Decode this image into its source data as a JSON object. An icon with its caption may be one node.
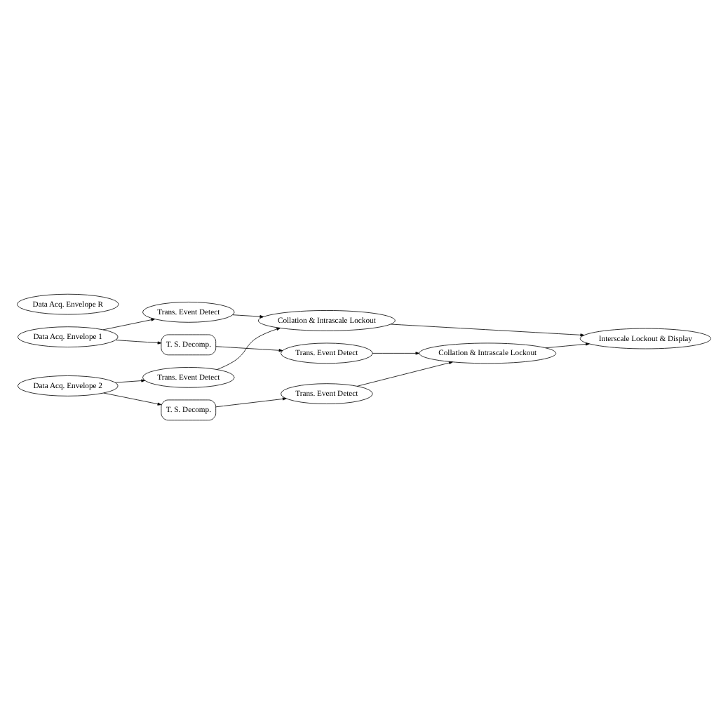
{
  "diagram": {
    "nodes": [
      {
        "text": [
          "Data Acq. Envelope 1"
        ]
      },
      {
        "text": [
          "T. S. Decomp."
        ]
      },
      {
        "text": [
          "Trans. Event Detect"
        ]
      },
      {
        "text": [
          "Trans. Event Detect"
        ]
      },
      {
        "text": [
          "Data Acq. Envelope 2"
        ]
      },
      {
        "text": [
          "T. S. Decomp."
        ]
      },
      {
        "text": [
          "Trans. Event Detect"
        ]
      },
      {
        "text": [
          "Trans. Event Detect"
        ]
      },
      {
        "text": [
          "Collation & Intrascale Lockout"
        ]
      },
      {
        "text": [
          "Collation & Intrascale Lockout"
        ]
      },
      {
        "text": [
          "Interscale Lockout & Display"
        ]
      },
      {
        "text": [
          "Data Acq. Envelope R"
        ]
      }
    ],
    "edges": [
      {
        "from": 0,
        "to": 1,
        "arrow": "to"
      },
      {
        "from": 1,
        "to": 2,
        "arrow": "to"
      },
      {
        "from": 0,
        "to": 3,
        "arrow": "to"
      },
      {
        "from": 3,
        "to": 8,
        "arrow": "to"
      },
      {
        "from": 2,
        "to": 9,
        "arrow": "to"
      },
      {
        "from": 4,
        "to": 5,
        "arrow": "to"
      },
      {
        "from": 5,
        "to": 6,
        "arrow": "to"
      },
      {
        "from": 4,
        "to": 7,
        "arrow": "to"
      },
      {
        "from": 6,
        "to": 9,
        "arrow": "to"
      },
      {
        "from": 7,
        "to": 8,
        "arrow": "to"
      },
      {
        "from": 8,
        "to": 10,
        "arrow": "to"
      },
      {
        "from": 9,
        "to": 10,
        "arrow": "to"
      }
    ]
  }
}
